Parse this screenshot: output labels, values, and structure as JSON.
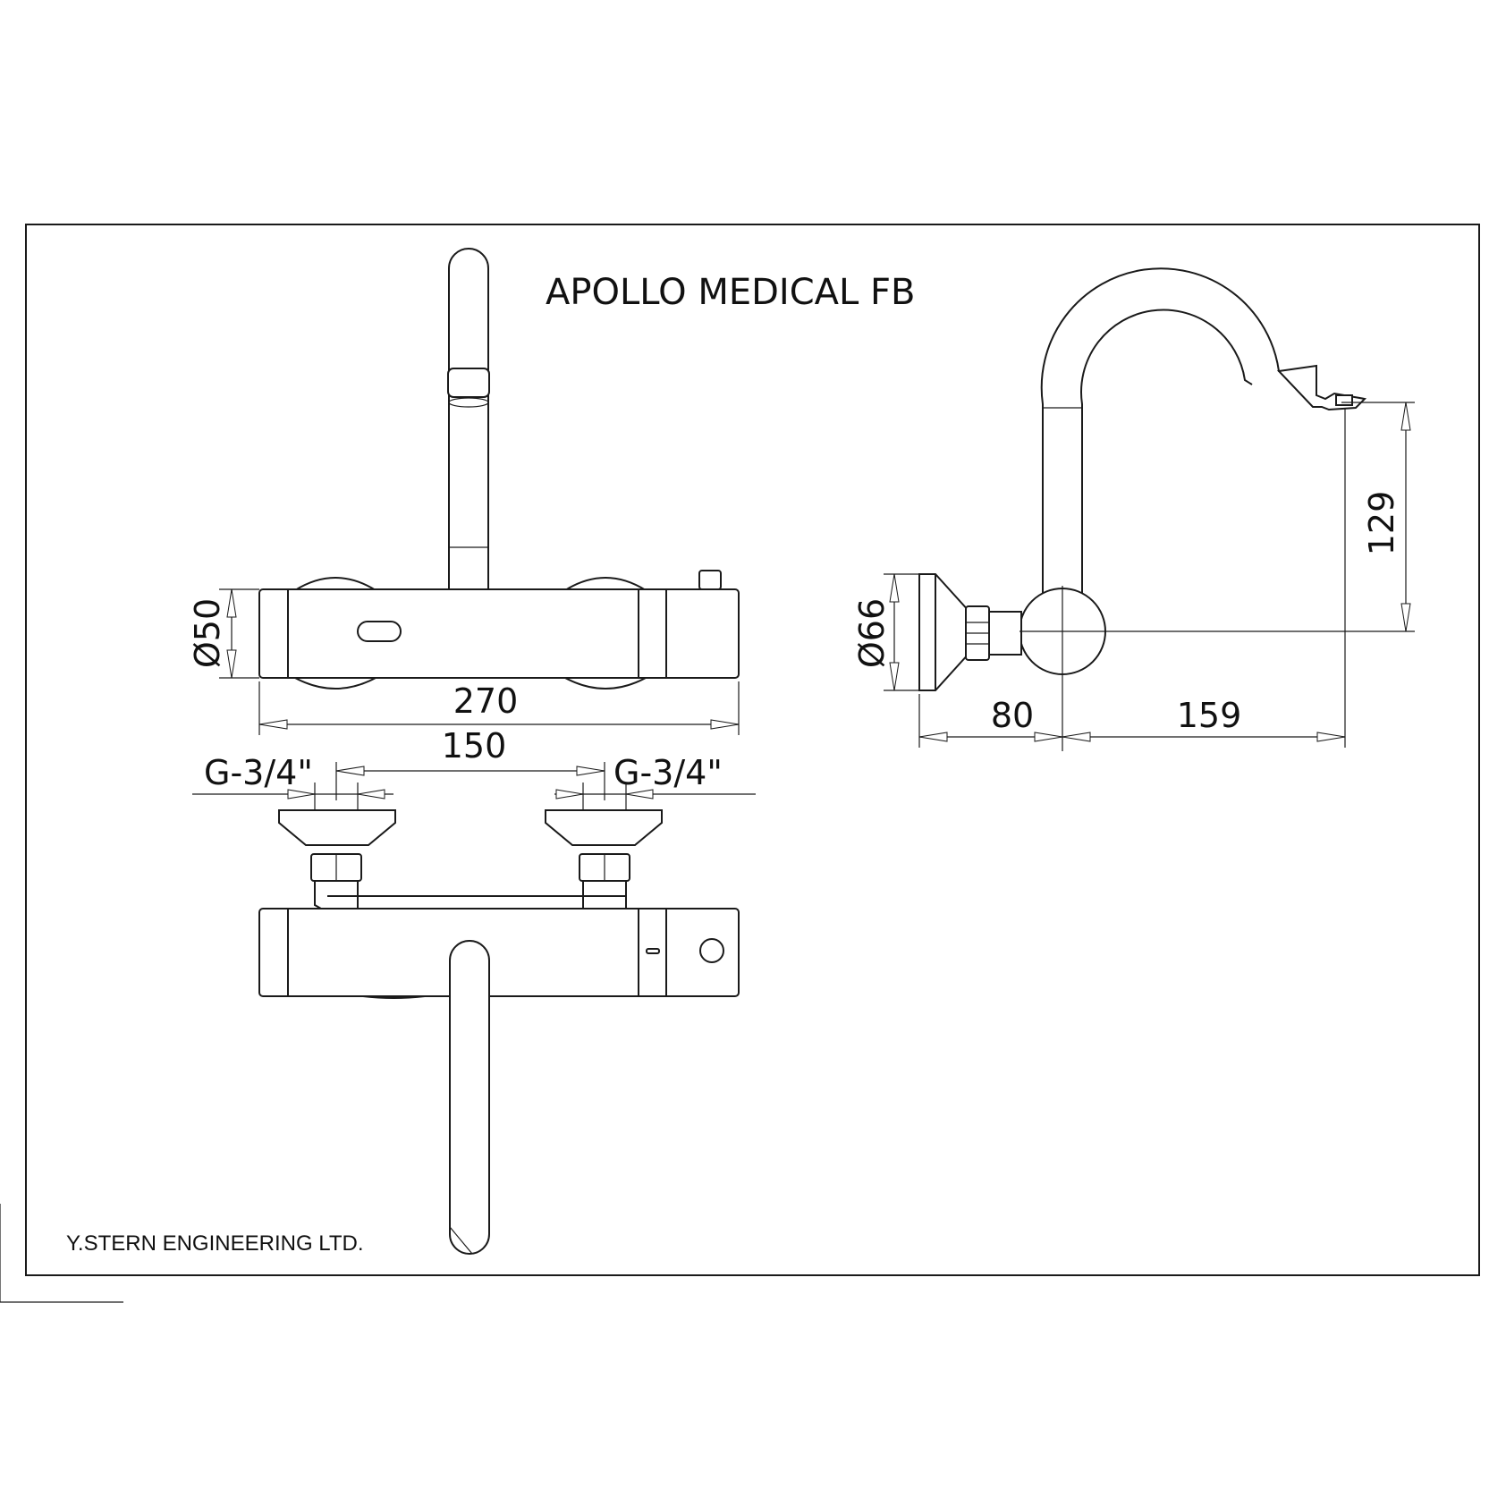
{
  "title": "APOLLO MEDICAL FB",
  "manufacturer": "Y.STERN ENGINEERING LTD.",
  "front_view": {
    "diameter_label": "Ø50",
    "width_label": "270"
  },
  "top_view": {
    "inlet_spacing_label": "150",
    "left_thread_label": "G-3/4\"",
    "right_thread_label": "G-3/4\""
  },
  "side_view": {
    "diameter_label": "Ø66",
    "wall_depth_label": "80",
    "spout_reach_label": "159",
    "spout_height_label": "129"
  }
}
